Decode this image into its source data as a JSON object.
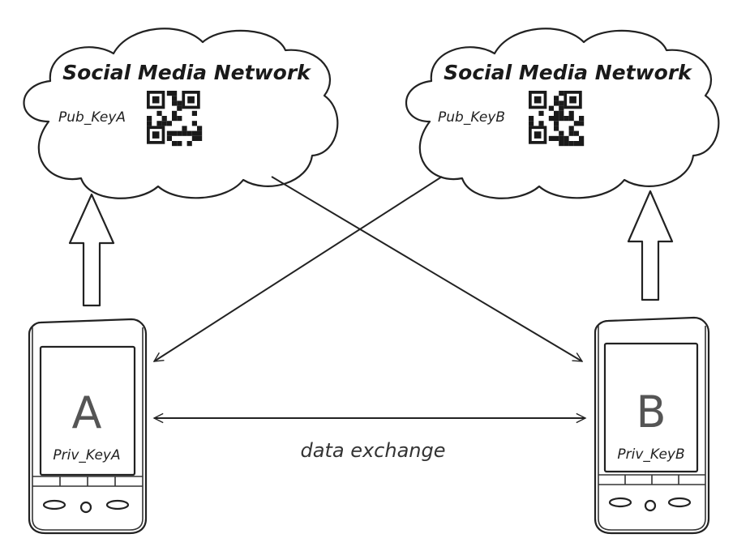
{
  "clouds": {
    "left": {
      "title": "Social Media Network",
      "key_label": "Pub_KeyA"
    },
    "right": {
      "title": "Social Media Network",
      "key_label": "Pub_KeyB"
    }
  },
  "phones": {
    "a": {
      "letter": "A",
      "key_label": "Priv_KeyA"
    },
    "b": {
      "letter": "B",
      "key_label": "Priv_KeyB"
    }
  },
  "exchange": {
    "label": "data exchange"
  },
  "icons": {
    "qr_left": "qr-code-icon",
    "qr_right": "qr-code-icon"
  }
}
